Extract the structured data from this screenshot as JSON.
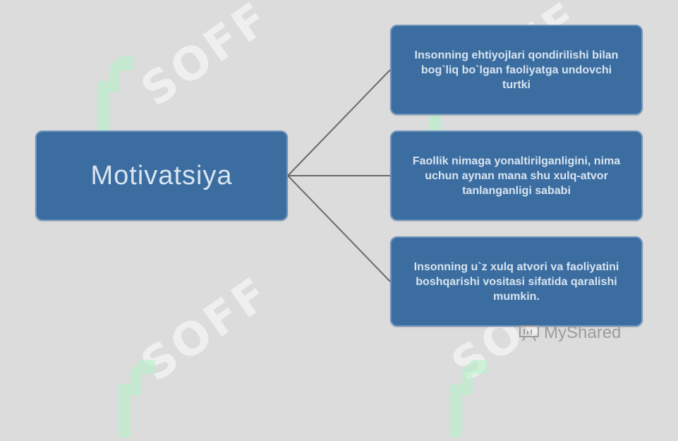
{
  "diagram": {
    "central": "Motivatsiya",
    "items": [
      "Insonning ehtiyojlari qondirilishi bilan bog`liq bo`lgan faoliyatga undovchi turtki",
      "Faollik nimaga yonaltirilganligini, nima uchun aynan mana shu xulq-atvor tanlanganligi sababi",
      "Insonning u`z xulq atvori va faoliyatini boshqarishi vositasi sifatida qaralishi mumkin."
    ]
  },
  "watermark": {
    "text": "SOFF",
    "brand": "MyShared"
  },
  "colors": {
    "background": "#dcdcdc",
    "box_fill": "#3b6da0",
    "box_border": "#6e93bb",
    "box_text": "#d8e4f0",
    "connector": "#6a6a6a",
    "watermark": "#ffffff"
  }
}
